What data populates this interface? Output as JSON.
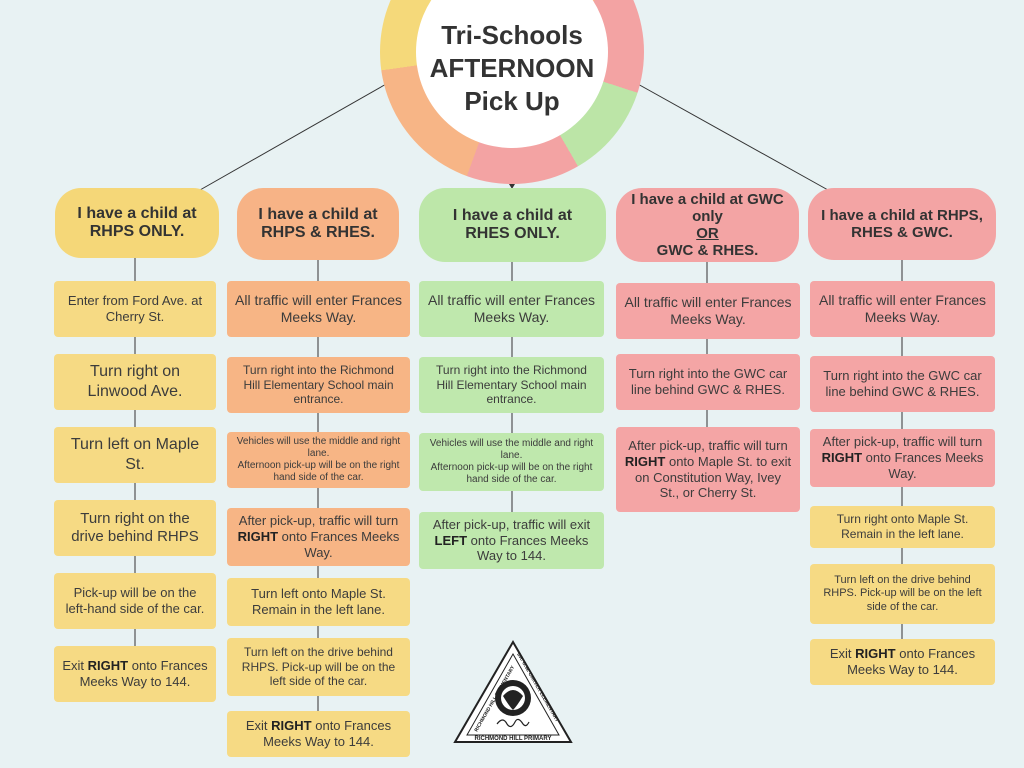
{
  "header": {
    "title_lines": [
      "Tri-Schools",
      "AFTERNOON",
      "Pick Up"
    ]
  },
  "columns": [
    {
      "heading": [
        "I have a child at",
        "RHPS ONLY."
      ],
      "steps": [
        {
          "text": "Enter from Ford Ave. at Cherry St."
        },
        {
          "text": "Turn right on Linwood Ave."
        },
        {
          "text": "Turn left on Maple St."
        },
        {
          "text": "Turn right on the drive behind RHPS"
        },
        {
          "text": "Pick-up will be on the left-hand side of the car."
        },
        {
          "pre": "Exit ",
          "bold": "RIGHT",
          "post": " onto Frances Meeks Way to 144."
        }
      ]
    },
    {
      "heading": [
        "I have a child at",
        "RHPS & RHES."
      ],
      "steps": [
        {
          "text": "All traffic will enter Frances Meeks Way."
        },
        {
          "text": "Turn right into the Richmond Hill Elementary School main entrance."
        },
        {
          "text": "Vehicles will use the middle and right lane.\nAfternoon pick-up will be on the right hand side of the car."
        },
        {
          "pre": "After pick-up, traffic will turn ",
          "bold": "RIGHT",
          "post": " onto Frances Meeks Way."
        },
        {
          "text": "Turn left onto Maple St. Remain in the left lane."
        },
        {
          "text": "Turn left on the drive behind RHPS. Pick-up will be on the left side of the car."
        },
        {
          "pre": "Exit ",
          "bold": "RIGHT",
          "post": " onto Frances Meeks Way to 144."
        }
      ]
    },
    {
      "heading": [
        "I have a child at",
        "RHES ONLY."
      ],
      "steps": [
        {
          "text": "All traffic will enter Frances Meeks Way."
        },
        {
          "text": "Turn right into the Richmond Hill Elementary School main entrance."
        },
        {
          "text": "Vehicles will use the middle and right lane.\nAfternoon pick-up will be on the right hand side of the car."
        },
        {
          "pre": "After pick-up, traffic will exit ",
          "bold": "LEFT",
          "post": " onto Frances Meeks Way to 144."
        }
      ]
    },
    {
      "heading_pre": "I have a child at GWC",
      "heading_mid": "only ",
      "heading_underline": "OR ",
      "heading_post": "GWC & RHES.",
      "steps": [
        {
          "text": "All traffic will enter Frances Meeks Way."
        },
        {
          "text": "Turn right into the GWC car line behind GWC & RHES."
        },
        {
          "pre": "After pick-up, traffic will turn ",
          "bold": "RIGHT",
          "post": " onto Maple St. to exit on Constitution Way, Ivey St., or Cherry St."
        }
      ]
    },
    {
      "heading": [
        "I have a child at RHPS,",
        "RHES & GWC."
      ],
      "steps": [
        {
          "text": "All traffic will enter Frances Meeks Way."
        },
        {
          "text": "Turn right into the GWC car line behind GWC & RHES."
        },
        {
          "pre": "After pick-up, traffic will turn ",
          "bold": "RIGHT",
          "post": " onto Frances Meeks Way."
        },
        {
          "text": "Turn right onto Maple St. Remain in the left lane."
        },
        {
          "text": "Turn left on the drive behind RHPS. Pick-up will be on the left side of the car."
        },
        {
          "pre": "Exit ",
          "bold": "RIGHT",
          "post": " onto Frances Meeks Way to 144."
        }
      ]
    }
  ],
  "logo": {
    "ring_text": [
      "RICHMOND HILL ELEMENTARY",
      "DR. G.W. CARVER ELEMENTARY",
      "RICHMOND HILL PRIMARY"
    ],
    "signature": "Wildcats"
  },
  "colors": {
    "background": "#e8f2f3",
    "yellow": "#f6da84",
    "orange": "#f7b585",
    "green": "#bfe8ad",
    "pink": "#f4a5a5"
  }
}
